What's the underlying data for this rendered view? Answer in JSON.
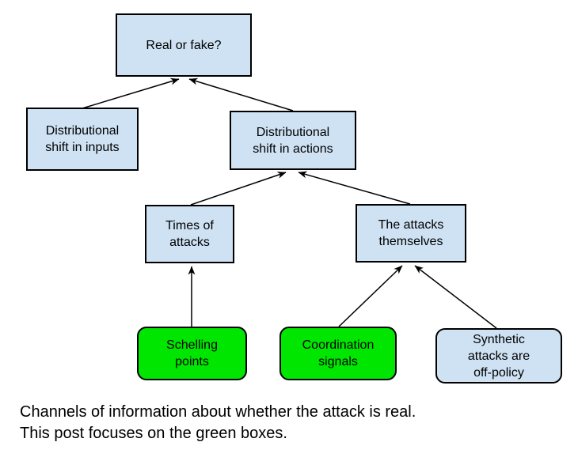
{
  "diagram": {
    "description": "Tree diagram of channels of information about whether an attack is real",
    "nodes": {
      "root": {
        "id": "root",
        "label": "Real or fake?",
        "fill": "#cfe2f3",
        "shape": "rect"
      },
      "inputs": {
        "id": "inputs",
        "label": "Distributional shift in inputs",
        "fill": "#cfe2f3",
        "shape": "rect"
      },
      "actions": {
        "id": "actions",
        "label": "Distributional shift in actions",
        "fill": "#cfe2f3",
        "shape": "rect"
      },
      "times": {
        "id": "times",
        "label": "Times of attacks",
        "fill": "#cfe2f3",
        "shape": "rect"
      },
      "attacks": {
        "id": "attacks",
        "label": "The attacks themselves",
        "fill": "#cfe2f3",
        "shape": "rect"
      },
      "schelling": {
        "id": "schelling",
        "label": "Schelling points",
        "fill": "#00e600",
        "shape": "rounded"
      },
      "coordination": {
        "id": "coordination",
        "label": "Coordination signals",
        "fill": "#00e600",
        "shape": "rounded"
      },
      "synthetic": {
        "id": "synthetic",
        "label": "Synthetic attacks are off-policy",
        "fill": "#cfe2f3",
        "shape": "rounded"
      }
    },
    "edges": [
      {
        "from": "inputs",
        "to": "root"
      },
      {
        "from": "actions",
        "to": "root"
      },
      {
        "from": "times",
        "to": "actions"
      },
      {
        "from": "attacks",
        "to": "actions"
      },
      {
        "from": "schelling",
        "to": "times"
      },
      {
        "from": "coordination",
        "to": "attacks"
      },
      {
        "from": "synthetic",
        "to": "attacks"
      }
    ],
    "colors": {
      "box_blue": "#cfe2f3",
      "box_green": "#00e600",
      "border": "#000000",
      "arrow": "#000000",
      "text": "#000000"
    },
    "caption": {
      "line1": "Channels of information about whether the attack is real.",
      "line2": "This post focuses on the green boxes."
    }
  }
}
